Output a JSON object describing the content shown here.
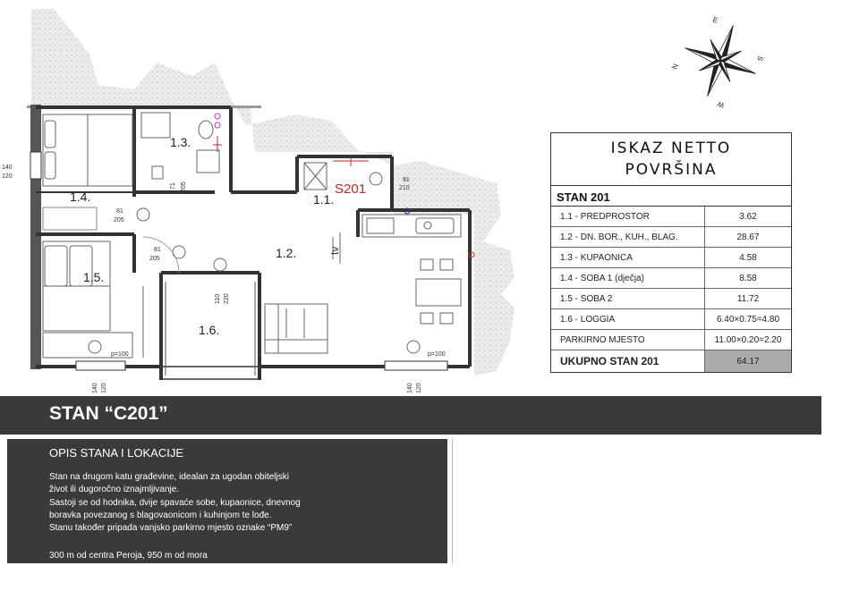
{
  "plan": {
    "rooms": [
      {
        "id": "1.1.",
        "label": "1.1."
      },
      {
        "id": "1.2.",
        "label": "1.2."
      },
      {
        "id": "1.3.",
        "label": "1.3."
      },
      {
        "id": "1.4.",
        "label": "1.4."
      },
      {
        "id": "1.5.",
        "label": "1.5."
      },
      {
        "id": "1.6.",
        "label": "1.6."
      }
    ],
    "unit_code": "S201",
    "tv_label": "tv",
    "dimensions": {
      "left_window": [
        "140",
        "120"
      ],
      "bath_door": [
        "71",
        "205"
      ],
      "entry_door": [
        "91",
        "210"
      ],
      "room14_door": [
        "81",
        "205"
      ],
      "room15_door": [
        "81",
        "205"
      ],
      "loggia_door": [
        "110",
        "220"
      ],
      "bottom_left": [
        "140",
        "120"
      ],
      "bottom_right": [
        "140",
        "120"
      ],
      "sill_left": "p=100",
      "sill_right": "p=100"
    },
    "compass": {
      "n": "N",
      "e": "E",
      "s": "S",
      "w": "W"
    }
  },
  "area_table": {
    "title_line1": "ISKAZ NETTO",
    "title_line2": "POVRŠINA",
    "unit_heading": "STAN 201",
    "rows": [
      {
        "label": "1.1 - PREDPROSTOR",
        "value": "3.62"
      },
      {
        "label": "1.2 - DN. BOR., KUH., BLAG.",
        "value": "28.67"
      },
      {
        "label": "1.3 - KUPAONICA",
        "value": "4.58"
      },
      {
        "label": "1.4 - SOBA 1 (dječja)",
        "value": "8.58"
      },
      {
        "label": "1.5 - SOBA 2",
        "value": "11.72"
      },
      {
        "label": "1.6 - LOGGIA",
        "value": "6.40×0.75=4.80"
      },
      {
        "label": "PARKIRNO MJESTO",
        "value": "11.00×0.20=2.20"
      }
    ],
    "total_label": "UKUPNO STAN 201",
    "total_value": "64.17"
  },
  "banner": {
    "title": "STAN “C201”"
  },
  "description": {
    "heading": "OPIS STANA I LOKACIJE",
    "lines": [
      "Stan na drugom katu građevine, idealan za ugodan obiteljski",
      "život ili dugoročno iznajmljivanje.",
      "Sastoji se od hodnika, dvije spavaće sobe, kupaonice, dnevnog",
      "boravka povezanog s blagovaonicom i kuhinjom te lođe.",
      "Stanu također pripada vanjsko parkirno mjesto oznake “PM9”"
    ],
    "footer": "300 m od centra Peroja, 950 m od mora"
  },
  "colors": {
    "dark_band": "#3a3a3a",
    "accent_red": "#cc2222",
    "hatch": "#cfcfcf",
    "total_cell": "#ababab"
  }
}
